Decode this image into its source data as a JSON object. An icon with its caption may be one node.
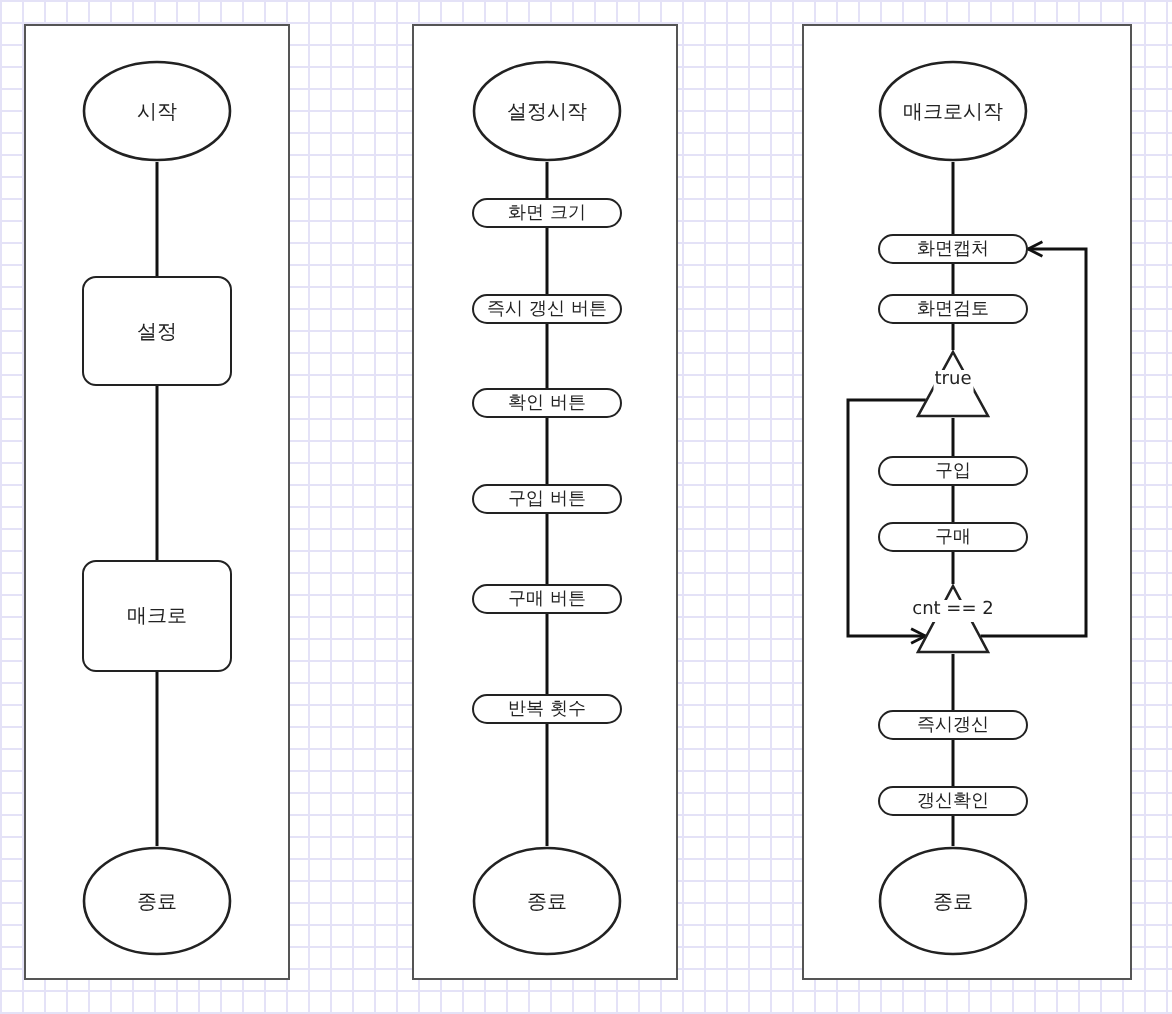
{
  "diagram": {
    "nodes": [
      {
        "text": [],
        "shape": "box"
      },
      {
        "text": [
          "시작"
        ],
        "in": 0
      },
      {
        "text": [
          "설정"
        ],
        "in": 0
      },
      {
        "text": [
          "매크로"
        ],
        "in": 0
      },
      {
        "text": [
          "종료"
        ],
        "in": 0
      },
      {
        "text": [],
        "shape": "box"
      },
      {
        "text": [
          "설정시작"
        ],
        "in": 5
      },
      {
        "text": [
          "화면 크기"
        ],
        "in": 5
      },
      {
        "text": [
          "즉시 갱신 버튼"
        ],
        "in": 5
      },
      {
        "text": [
          "확인 버튼"
        ],
        "in": 5
      },
      {
        "text": [
          "구입 버튼"
        ],
        "in": 5
      },
      {
        "text": [
          "구매 버튼"
        ],
        "in": 5
      },
      {
        "text": [
          "반복 횟수"
        ],
        "in": 5
      },
      {
        "text": [
          "종료"
        ],
        "in": 5
      },
      {
        "text": [],
        "shape": "box"
      },
      {
        "text": [
          "매크로시작"
        ],
        "in": 14
      },
      {
        "text": [
          "화면캡처"
        ],
        "in": 14
      },
      {
        "text": [
          "화면검토"
        ],
        "in": 14
      },
      {
        "text": [
          "true"
        ],
        "in": 14
      },
      {
        "text": [
          "구입"
        ],
        "in": 14
      },
      {
        "text": [
          "구매"
        ],
        "in": 14
      },
      {
        "text": [
          "cnt == 2"
        ],
        "in": 14
      },
      {
        "text": [
          "즉시갱신"
        ],
        "in": 14
      },
      {
        "text": [
          "갱신확인"
        ],
        "in": 14
      },
      {
        "text": [
          "종료"
        ],
        "in": 14
      }
    ],
    "edges": [
      {
        "from": 1,
        "to": 2,
        "arrow": "none"
      },
      {
        "from": 2,
        "to": 3,
        "arrow": "none"
      },
      {
        "from": 3,
        "to": 4,
        "arrow": "none"
      },
      {
        "from": 6,
        "to": 7,
        "arrow": "none"
      },
      {
        "from": 7,
        "to": 8,
        "arrow": "none"
      },
      {
        "from": 8,
        "to": 9,
        "arrow": "none"
      },
      {
        "from": 9,
        "to": 10,
        "arrow": "none"
      },
      {
        "from": 10,
        "to": 11,
        "arrow": "none"
      },
      {
        "from": 11,
        "to": 12,
        "arrow": "none"
      },
      {
        "from": 12,
        "to": 13,
        "arrow": "none"
      },
      {
        "from": 15,
        "to": 16,
        "arrow": "none"
      },
      {
        "from": 16,
        "to": 17,
        "arrow": "none"
      },
      {
        "from": 17,
        "to": 18,
        "arrow": "none"
      },
      {
        "from": 18,
        "to": 19,
        "arrow": "none"
      },
      {
        "from": 19,
        "to": 20,
        "arrow": "none"
      },
      {
        "from": 20,
        "to": 21,
        "arrow": "none"
      },
      {
        "from": 21,
        "to": 22,
        "arrow": "none"
      },
      {
        "from": 22,
        "to": 23,
        "arrow": "none"
      },
      {
        "from": 23,
        "to": 24,
        "arrow": "none"
      },
      {
        "from": 18,
        "to": 21,
        "arrow": "to"
      },
      {
        "from": 21,
        "to": 16,
        "arrow": "to"
      }
    ]
  }
}
